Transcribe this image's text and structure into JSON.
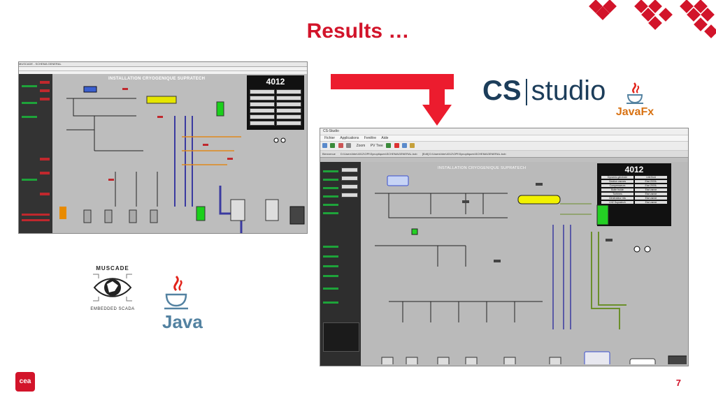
{
  "slide": {
    "title": "Results …",
    "page_number": "7",
    "cea_logo_text": "cea"
  },
  "left_screenshot": {
    "window_title": "MUSCADE - SCHEMA GENERAL",
    "panel_title": "INSTALLATION CRYOGENIQUE SUPRATECH",
    "code": "4012"
  },
  "right_screenshot": {
    "window_title": "CS-Studio",
    "menu": [
      "Fichier",
      "Applications",
      "Fenêtre",
      "Aide"
    ],
    "toolbar": {
      "zoom_label": "Zoom",
      "pv_tree_label": "PV Tree"
    },
    "tabs": [
      "Bienvenue",
      "D:\\Users\\htm\\4012\\OPI\\Synoptiques\\SCHEMAGENERAL.bob",
      "[Edit] D:\\Users\\htm\\4012\\OPI\\Synoptiques\\SCHEMAGENERAL.bob"
    ],
    "panel_title": "INSTALLATION CRYOGENIQUE SUPRATECH",
    "code": "4012",
    "status_list": [
      "Dynamic générale",
      "Unit fluid",
      "Gestion vannes",
      "Etat 2000L",
      "Compresseurs",
      "Etat 2000L",
      "Boite froide",
      "Etat vanne",
      "Turbines",
      "Etat vanne",
      "Générateur mis",
      "Etat vanne",
      "LN2 Supratech",
      "Etat vanne"
    ]
  },
  "logos": {
    "cs_bold": "CS",
    "cs_rest": "studio",
    "javafx": "JavaFx",
    "muscade_top": "MUSCADE",
    "muscade_bottom": "EMBEDDED SCADA",
    "java": "Java"
  },
  "colors": {
    "accent": "#d2142a",
    "arrow": "#ec1c2e",
    "cs_blue": "#1c3d5a",
    "java_red": "#e2231a",
    "java_blue": "#5382a1"
  }
}
